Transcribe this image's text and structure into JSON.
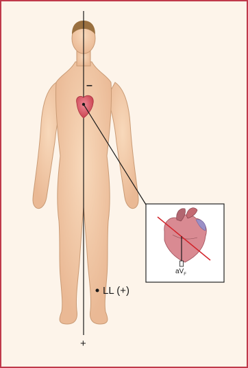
{
  "labels": {
    "negative_pole": "–",
    "positive_pole": "+",
    "lead_position": "LL (+)",
    "lead_name": "aV",
    "lead_subscript": "F"
  },
  "colors": {
    "background": "#fdf4ea",
    "border": "#c0394b",
    "skin": "#f2c7a0",
    "skin_outline": "#c99a74",
    "hair": "#9a7040",
    "heart": "#d95a6a",
    "axis_line": "#1a1a1a",
    "red_line": "#d2232a",
    "inset_border": "#222222"
  },
  "icons": {
    "body": "human-body-illustration",
    "heart": "heart-icon",
    "inset_heart": "anatomical-heart-illustration"
  }
}
